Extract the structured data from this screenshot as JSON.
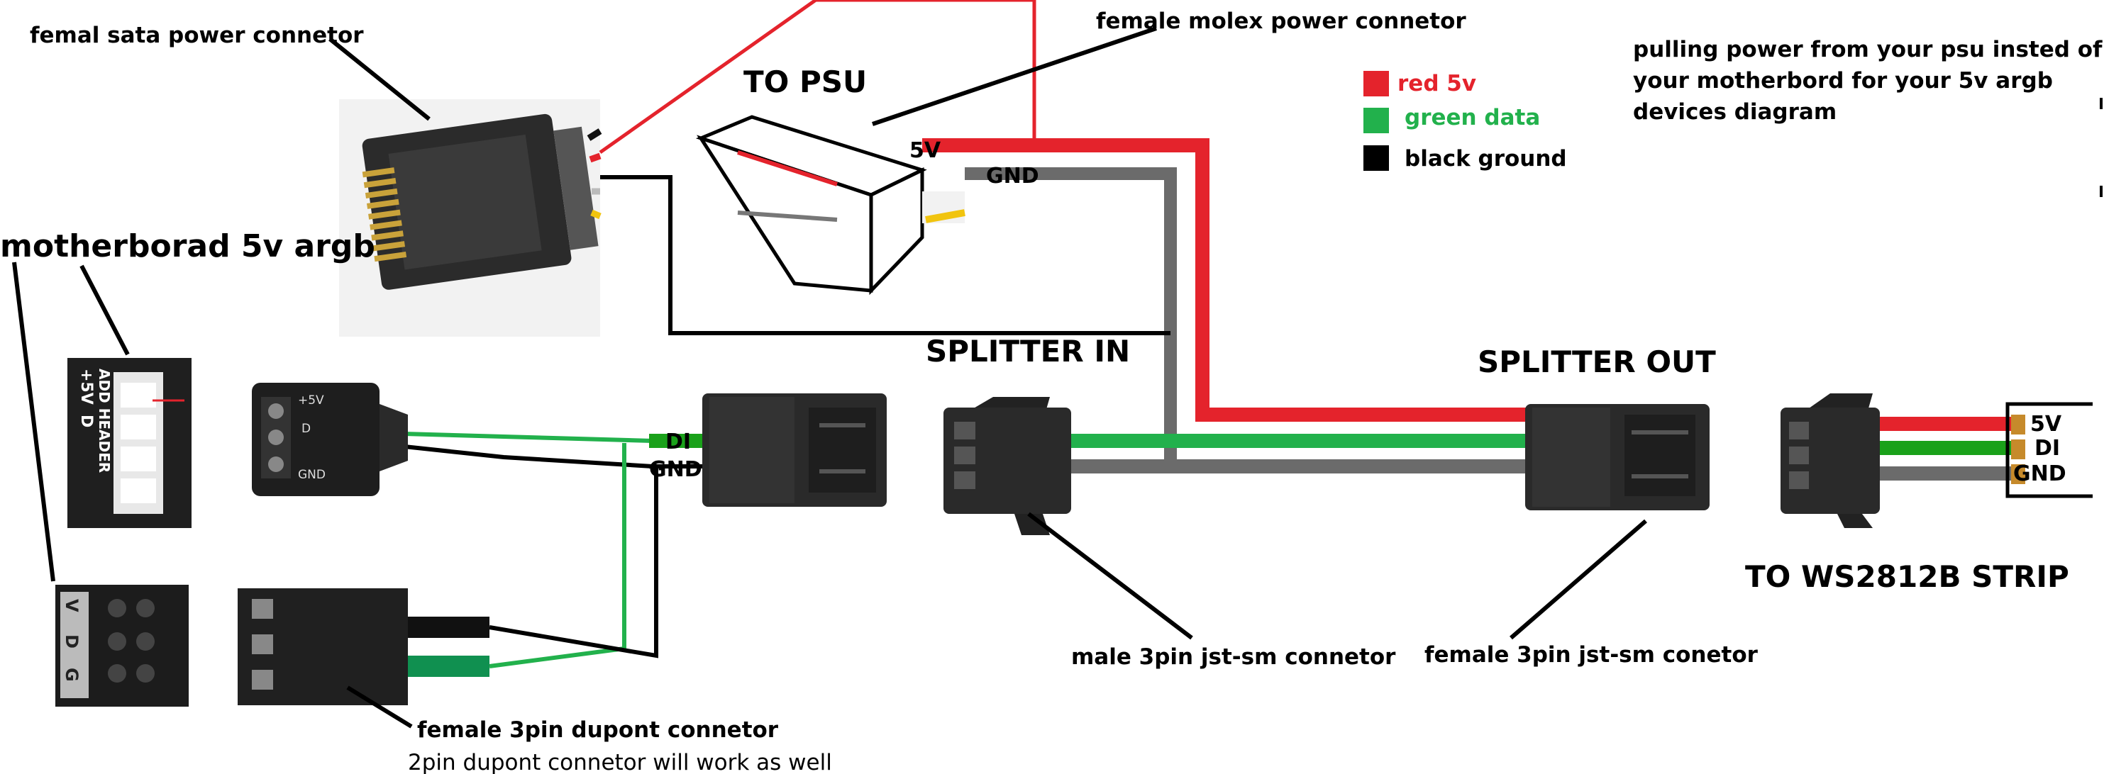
{
  "labels": {
    "sata": "femal sata power connetor",
    "molex": "female molex power connetor",
    "to_psu": "TO PSU",
    "mobo": "motherborad 5v argb",
    "splitter_in": "SPLITTER IN",
    "splitter_out": "SPLITTER OUT",
    "male_jst": "male 3pin jst-sm connetor",
    "female_jst": "female 3pin jst-sm conetor",
    "dupont_line1": "female 3pin dupont connetor",
    "dupont_line2": "2pin dupont  connetor will work as well",
    "to_strip": "TO WS2812B STRIP",
    "desc_line1": "pulling power from your psu insted of",
    "desc_line2": "your motherbord for your 5v argb",
    "desc_line3": "devices diagram"
  },
  "legend": [
    {
      "label": "red 5v",
      "color": "#e4232c"
    },
    {
      "label": "green data",
      "color": "#22b14c"
    },
    {
      "label": "black ground",
      "color": "#000000"
    }
  ],
  "wire_labels": {
    "molex_5v": "5V",
    "molex_gnd": "GND",
    "di": "DI",
    "gnd": "GND",
    "strip_5v": "5V",
    "strip_di": "DI",
    "strip_gnd": "GND"
  },
  "header_print": {
    "plus5v": "+5V",
    "d": "D",
    "addr": "ADD HEADER",
    "v": "V",
    "d2": "D",
    "g": "G",
    "cable_plus5v": "+5V",
    "cable_d": "D",
    "cable_gnd": "GND"
  },
  "colors": {
    "red": "#e4232c",
    "green": "#1aa11a",
    "gray": "#6b6b6b",
    "black": "#000000",
    "connector": "#2a2a2a"
  }
}
